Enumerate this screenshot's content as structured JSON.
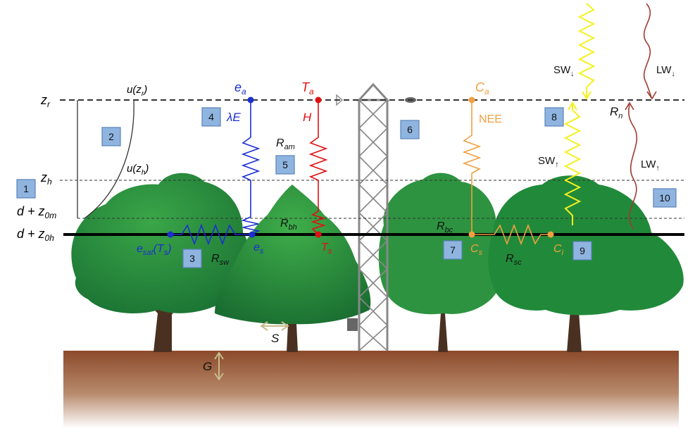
{
  "heights": {
    "zr": {
      "main": "z",
      "sub": "r"
    },
    "zh": {
      "main": "z",
      "sub": "h"
    },
    "d0m": {
      "main": "d + z",
      "sub": "0m"
    },
    "d0h": {
      "main": "d + z",
      "sub": "0h"
    }
  },
  "wind": {
    "u_zr": {
      "pre": "u(z",
      "sub": "r",
      "post": ")"
    },
    "u_zh": {
      "pre": "u(z",
      "sub": "h",
      "post": ")"
    }
  },
  "boxes": [
    "1",
    "2",
    "3",
    "4",
    "5",
    "6",
    "7",
    "8",
    "9",
    "10"
  ],
  "water": {
    "ea": {
      "main": "e",
      "sub": "a"
    },
    "flux": "λE",
    "es": {
      "main": "e",
      "sub": "s"
    },
    "esat": {
      "main": "e",
      "sub": "sat",
      "post": "(T",
      "sub2": "s",
      "post2": ")"
    },
    "rsw": {
      "main": "R",
      "sub": "sw"
    }
  },
  "heat": {
    "ta": {
      "main": "T",
      "sub": "a"
    },
    "flux": "H",
    "ts": {
      "main": "T",
      "sub": "s"
    },
    "ram": {
      "main": "R",
      "sub": "am"
    },
    "rbh": {
      "main": "R",
      "sub": "bh"
    }
  },
  "carbon": {
    "ca": {
      "main": "C",
      "sub": "a"
    },
    "flux": "NEE",
    "cs": {
      "main": "C",
      "sub": "s"
    },
    "ci": {
      "main": "C",
      "sub": "i"
    },
    "rbc": {
      "main": "R",
      "sub": "bc"
    },
    "rsc": {
      "main": "R",
      "sub": "sc"
    }
  },
  "radiation": {
    "sw_down": {
      "main": "SW",
      "arrow": "↓"
    },
    "sw_up": {
      "main": "SW",
      "arrow": "↑"
    },
    "lw_down": {
      "main": "LW",
      "arrow": "↓"
    },
    "lw_up": {
      "main": "LW",
      "arrow": "↑"
    },
    "rn": {
      "main": "R",
      "sub": "n"
    }
  },
  "storage": "S",
  "ground": "G",
  "colors": {
    "water": "#1b2fd1",
    "heat": "#e01010",
    "carbon": "#f0a040",
    "sw": "#f5f020",
    "lw": "#a03a30",
    "box_fill": "#8fb4e0",
    "box_stroke": "#5a82b8",
    "tree_dark": "#1d7a35",
    "tree_light": "#3aa648",
    "soil": "#8b4a2a",
    "arrow_tan": "#c8bb8a"
  }
}
